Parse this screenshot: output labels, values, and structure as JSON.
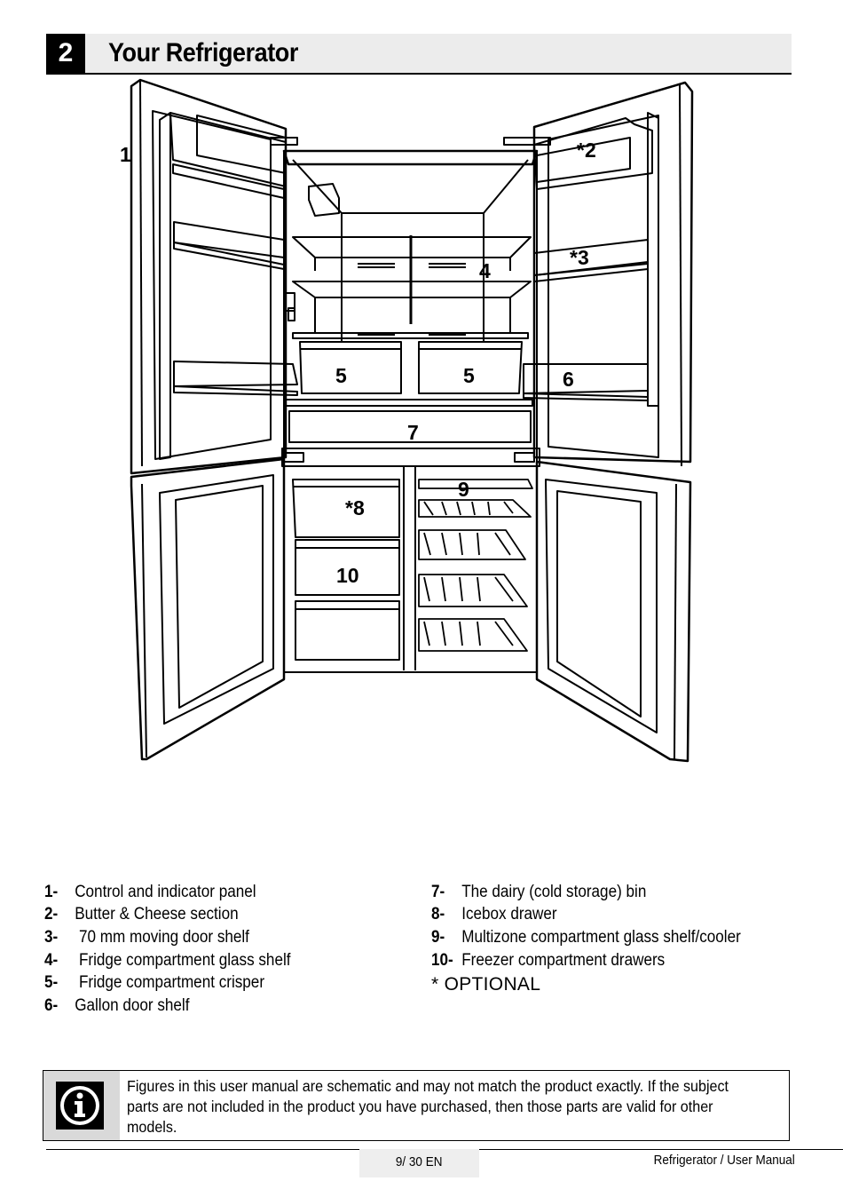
{
  "header": {
    "number": "2",
    "title": "Your Refrigerator"
  },
  "diagram": {
    "callouts": [
      "1",
      "*2",
      "*3",
      "4",
      "5",
      "5",
      "6",
      "7",
      "*8",
      "9",
      "10"
    ]
  },
  "legend": {
    "left": [
      {
        "num": "1-",
        "text": "Control and indicator panel"
      },
      {
        "num": "2-",
        "text": "Butter & Cheese section"
      },
      {
        "num": "3-",
        "text": " 70 mm moving door shelf"
      },
      {
        "num": "4-",
        "text": " Fridge compartment glass shelf"
      },
      {
        "num": "5-",
        "text": " Fridge compartment crisper"
      },
      {
        "num": "6-",
        "text": "Gallon door shelf"
      }
    ],
    "right": [
      {
        "num": "7-",
        "text": "The dairy (cold storage) bin"
      },
      {
        "num": "8-",
        "text": "Icebox drawer"
      },
      {
        "num": "9-",
        "text": "Multizone compartment glass shelf/cooler"
      },
      {
        "num": "10-",
        "text": "Freezer compartment drawers"
      }
    ],
    "optional": "* OPTIONAL"
  },
  "info": {
    "icon": "info-icon",
    "text": "Figures in this user manual are schematic and may not match the product exactly. If the subject parts are not included in the product you have purchased, then those parts are valid for other models."
  },
  "footer": {
    "page": "9/ 30 EN",
    "doc": "Refrigerator / User Manual"
  }
}
